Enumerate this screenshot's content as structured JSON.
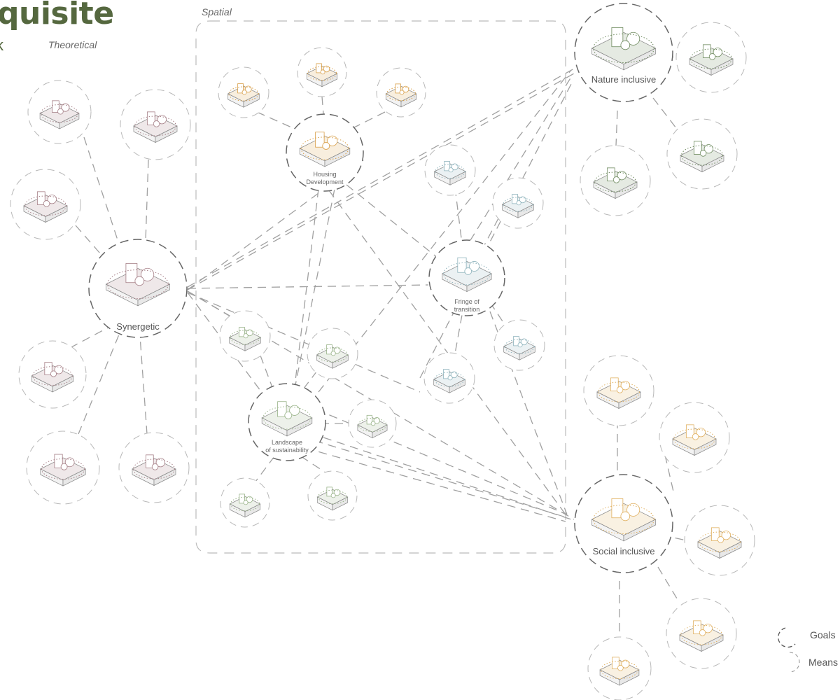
{
  "header": {
    "title_fragment": "quisite",
    "title_letter": "k",
    "theoretical_label": "Theoretical",
    "spatial_label": "Spatial"
  },
  "goals": {
    "synergetic": "Synergetic",
    "nature_inclusive": "Nature inclusive",
    "social_inclusive": "Social inclusive",
    "housing_line1": "Housing",
    "housing_line2": "Development",
    "fringe_line1": "Fringe of",
    "fringe_line2": "transition",
    "landscape_line1": "Landscape",
    "landscape_line2": "of sustainability"
  },
  "legend": {
    "goals": "Goals",
    "means": "Means"
  },
  "colors": {
    "title": "#55683f",
    "synergetic_theme": "#a57f86",
    "nature_theme": "#6e8a5e",
    "social_theme": "#e0b060",
    "housing_theme": "#d9a04a",
    "fringe_theme": "#8fb4bd",
    "landscape_theme": "#9ab48a",
    "dash": "#9a9a9a"
  }
}
